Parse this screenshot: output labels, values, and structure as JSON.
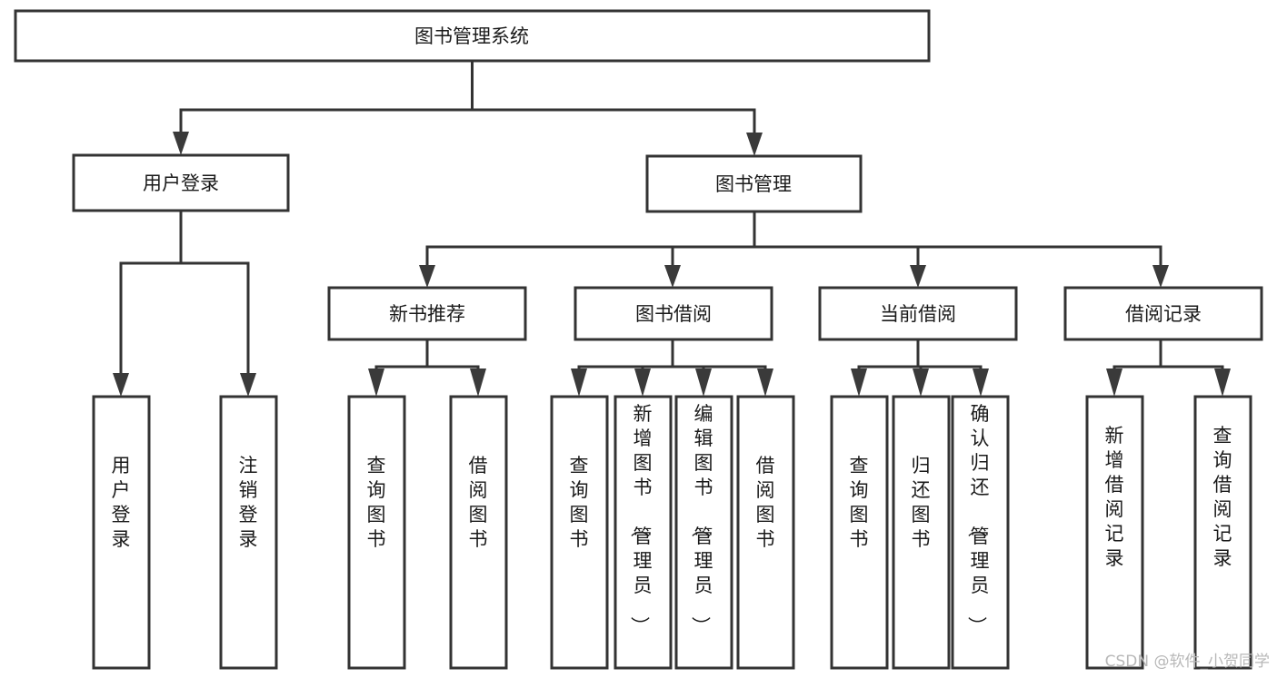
{
  "diagram": {
    "title": "图书管理系统",
    "type": "tree-hierarchy-chart",
    "root": {
      "id": "root",
      "label": "图书管理系统"
    },
    "level2": [
      {
        "id": "user-login",
        "label": "用户登录"
      },
      {
        "id": "book-management",
        "label": "图书管理"
      }
    ],
    "level3": [
      {
        "id": "new-book-recommend",
        "label": "新书推荐",
        "parent": "book-management"
      },
      {
        "id": "book-borrow",
        "label": "图书借阅",
        "parent": "book-management"
      },
      {
        "id": "current-borrow",
        "label": "当前借阅",
        "parent": "book-management"
      },
      {
        "id": "borrow-record",
        "label": "借阅记录",
        "parent": "book-management"
      }
    ],
    "leaves": [
      {
        "id": "leaf-user-login",
        "label": "用户登录",
        "parent": "user-login"
      },
      {
        "id": "leaf-logout-login",
        "label": "注销登录",
        "parent": "user-login"
      },
      {
        "id": "leaf-query-book-1",
        "label": "查询图书",
        "parent": "new-book-recommend"
      },
      {
        "id": "leaf-borrow-book-1",
        "label": "借阅图书",
        "parent": "new-book-recommend"
      },
      {
        "id": "leaf-query-book-2",
        "label": "查询图书",
        "parent": "book-borrow"
      },
      {
        "id": "leaf-add-book",
        "label": "新增图书（管理员）",
        "parent": "book-borrow"
      },
      {
        "id": "leaf-edit-book",
        "label": "编辑图书（管理员）",
        "parent": "book-borrow"
      },
      {
        "id": "leaf-borrow-book-2",
        "label": "借阅图书",
        "parent": "book-borrow"
      },
      {
        "id": "leaf-query-book-3",
        "label": "查询图书",
        "parent": "current-borrow"
      },
      {
        "id": "leaf-return-book",
        "label": "归还图书",
        "parent": "current-borrow"
      },
      {
        "id": "leaf-confirm-return",
        "label": "确认归还（管理员）",
        "parent": "current-borrow"
      },
      {
        "id": "leaf-add-record",
        "label": "新增借阅记录",
        "parent": "borrow-record"
      },
      {
        "id": "leaf-query-record",
        "label": "查询借阅记录",
        "parent": "borrow-record"
      }
    ],
    "colors": {
      "box_stroke": "#333333",
      "box_fill": "#ffffff",
      "text": "#1a1a1a",
      "connector": "#333333",
      "watermark": "#b8b8b8",
      "background": "#ffffff"
    }
  },
  "watermark": {
    "text": "CSDN @软件_小贺同学"
  }
}
